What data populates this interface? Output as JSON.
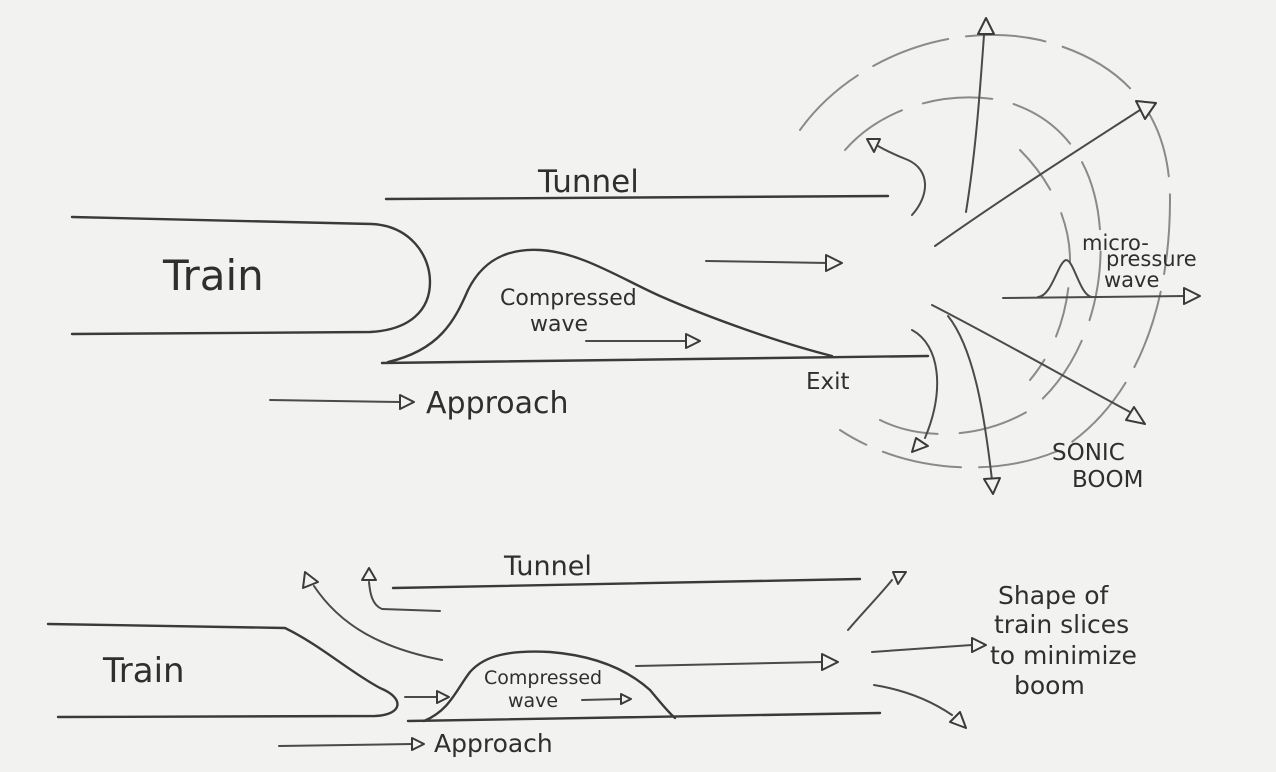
{
  "top": {
    "train": "Train",
    "tunnel": "Tunnel",
    "compressed_1": "Compressed",
    "compressed_2": "wave",
    "approach": "Approach",
    "exit": "Exit",
    "micro_1": "micro-",
    "micro_2": "pressure",
    "micro_3": "wave",
    "sonic_1": "SONIC",
    "sonic_2": "BOOM"
  },
  "bottom": {
    "train": "Train",
    "tunnel": "Tunnel",
    "compressed_1": "Compressed",
    "compressed_2": "wave",
    "approach": "Approach",
    "note_1": "Shape of",
    "note_2": "train slices",
    "note_3": "to minimize",
    "note_4": "boom"
  }
}
